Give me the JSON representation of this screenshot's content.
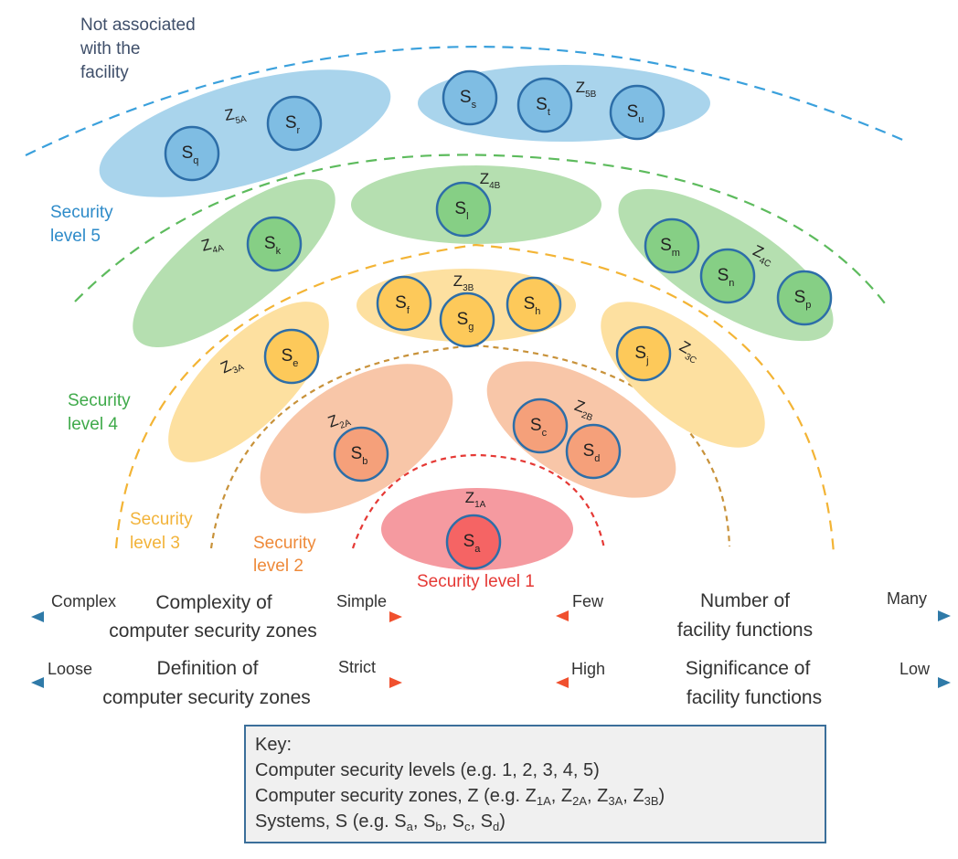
{
  "outer_label": [
    "Not associated",
    "with the",
    "facility"
  ],
  "levels": [
    {
      "id": "level5",
      "line1": "Security",
      "line2": "level  5",
      "color": "#2e8bc9"
    },
    {
      "id": "level4",
      "line1": "Security",
      "line2": "level  4",
      "color": "#3faa4a"
    },
    {
      "id": "level3",
      "line1": "Security",
      "line2": "level  3",
      "color": "#f2b33a"
    },
    {
      "id": "level2",
      "line1": "Security",
      "line2": "level  2",
      "color": "#ee8a3a"
    },
    {
      "id": "level1",
      "line1": "Security  level  1",
      "line2": "",
      "color": "#e53935"
    }
  ],
  "zones": [
    {
      "base": "Z",
      "sub": "1A"
    },
    {
      "base": "Z",
      "sub": "2A"
    },
    {
      "base": "Z",
      "sub": "2B"
    },
    {
      "base": "Z",
      "sub": "3A"
    },
    {
      "base": "Z",
      "sub": "3B"
    },
    {
      "base": "Z",
      "sub": "3C"
    },
    {
      "base": "Z",
      "sub": "4A"
    },
    {
      "base": "Z",
      "sub": "4B"
    },
    {
      "base": "Z",
      "sub": "4C"
    },
    {
      "base": "Z",
      "sub": "5A"
    },
    {
      "base": "Z",
      "sub": "5B"
    }
  ],
  "systems": [
    {
      "base": "S",
      "sub": "a"
    },
    {
      "base": "S",
      "sub": "b"
    },
    {
      "base": "S",
      "sub": "c"
    },
    {
      "base": "S",
      "sub": "d"
    },
    {
      "base": "S",
      "sub": "e"
    },
    {
      "base": "S",
      "sub": "f"
    },
    {
      "base": "S",
      "sub": "g"
    },
    {
      "base": "S",
      "sub": "h"
    },
    {
      "base": "S",
      "sub": "j"
    },
    {
      "base": "S",
      "sub": "k"
    },
    {
      "base": "S",
      "sub": "l"
    },
    {
      "base": "S",
      "sub": "m"
    },
    {
      "base": "S",
      "sub": "n"
    },
    {
      "base": "S",
      "sub": "p"
    },
    {
      "base": "S",
      "sub": "q"
    },
    {
      "base": "S",
      "sub": "r"
    },
    {
      "base": "S",
      "sub": "s"
    },
    {
      "base": "S",
      "sub": "t"
    },
    {
      "base": "S",
      "sub": "u"
    }
  ],
  "scales": [
    {
      "id": "complexity",
      "left": "Complex",
      "right": "Simple",
      "title1": "Complexity of",
      "title2": "computer security zones",
      "direction": "right"
    },
    {
      "id": "definition",
      "left": "Loose",
      "right": "Strict",
      "title1": "Definition of",
      "title2": "computer security zones",
      "direction": "right"
    },
    {
      "id": "number",
      "left": "Few",
      "right": "Many",
      "title1": "Number of",
      "title2": "facility functions",
      "direction": "left"
    },
    {
      "id": "significance",
      "left": "High",
      "right": "Low",
      "title1": "Significance of",
      "title2": "facility functions",
      "direction": "left"
    }
  ],
  "key": {
    "title": "Key:",
    "levels_line": "Computer security levels  (e.g. 1, 2, 3, 4, 5)",
    "zones_prefix": "Computer security zones, Z (e.g. ",
    "zones_examples": [
      {
        "base": "Z",
        "sub": "1A"
      },
      {
        "base": "Z",
        "sub": "2A"
      },
      {
        "base": "Z",
        "sub": "3A"
      },
      {
        "base": "Z",
        "sub": "3B"
      }
    ],
    "zones_suffix": ")",
    "systems_prefix": "Systems, S (e.g.  ",
    "systems_examples": [
      {
        "base": "S",
        "sub": "a"
      },
      {
        "base": "S",
        "sub": "b"
      },
      {
        "base": "S",
        "sub": "c"
      },
      {
        "base": "S",
        "sub": "d"
      }
    ],
    "systems_suffix": ")"
  },
  "colors": {
    "level5_fill": "#a9d4ec",
    "level4_fill": "#b5dfb0",
    "level3_fill": "#fde0a0",
    "level2_fill": "#f8c6a8",
    "level1_fill": "#f59aa0",
    "sys5": "#7fbde3",
    "sys4": "#86cf85",
    "sys3": "#fdc95a",
    "sys2": "#f5a07a",
    "sys1": "#f56464",
    "ring": "#2d6ea8"
  }
}
